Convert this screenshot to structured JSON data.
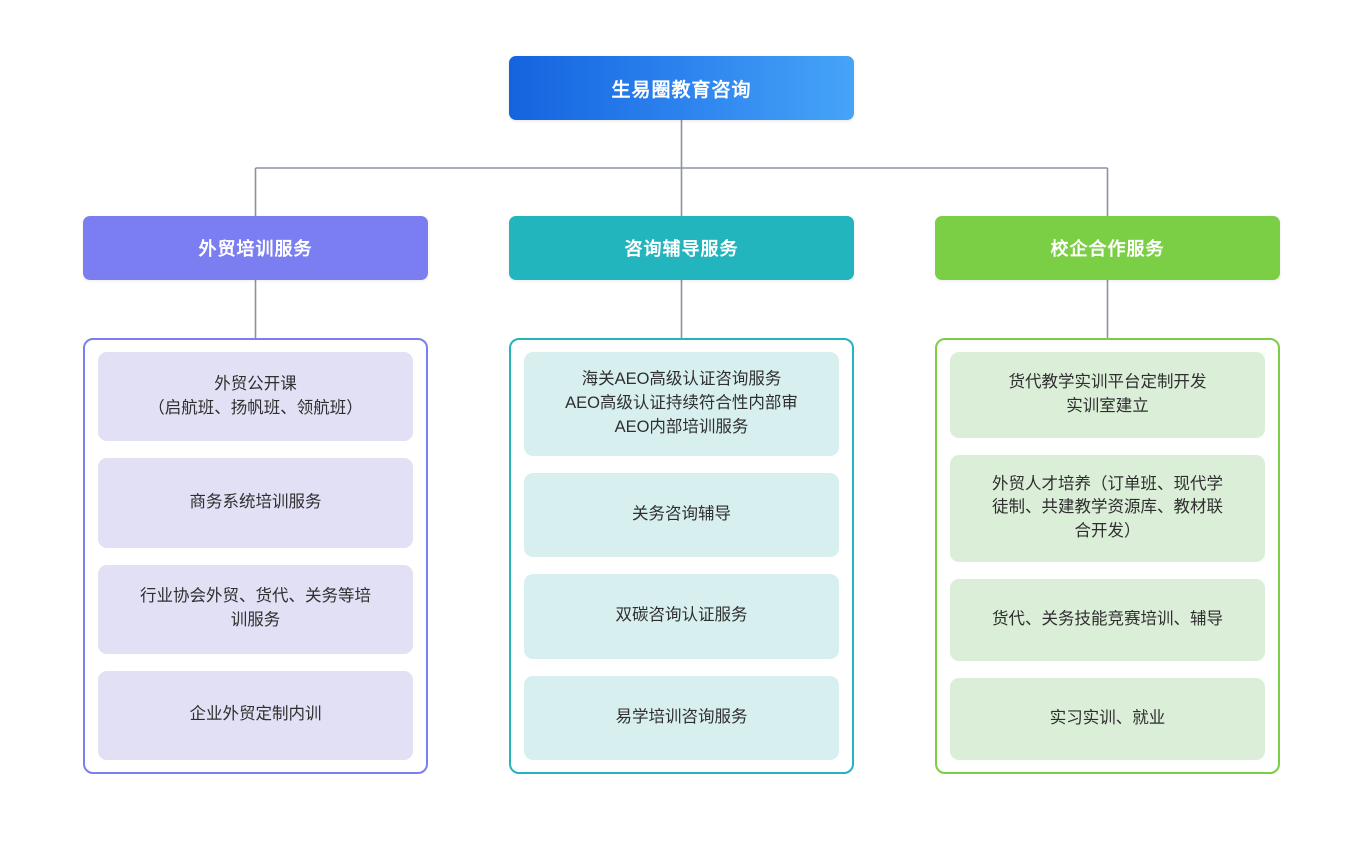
{
  "diagram": {
    "type": "organization-tree",
    "root": {
      "label": "生易圈教育咨询",
      "color_start": "#1463df",
      "color_end": "#46a4f7"
    },
    "connector_color": "#8b93a3",
    "columns": [
      {
        "header": "外贸培训服务",
        "header_color": "#7b7ef0",
        "border_color": "#7b7ef0",
        "item_color": "#e2e0f5",
        "items": [
          "外贸公开课\n（启航班、扬帆班、领航班）",
          "商务系统培训服务",
          "行业协会外贸、货代、关务等培\n训服务",
          "企业外贸定制内训"
        ]
      },
      {
        "header": "咨询辅导服务",
        "header_color": "#22b5bd",
        "border_color": "#22b5bd",
        "item_color": "#d8eff0",
        "items": [
          "海关AEO高级认证咨询服务\nAEO高级认证持续符合性内部审\nAEO内部培训服务",
          "关务咨询辅导",
          "双碳咨询认证服务",
          "易学培训咨询服务"
        ]
      },
      {
        "header": "校企合作服务",
        "header_color": "#7bcf45",
        "border_color": "#7bcf45",
        "item_color": "#dbeed8",
        "items": [
          "货代教学实训平台定制开发\n实训室建立",
          "外贸人才培养（订单班、现代学\n徒制、共建教学资源库、教材联\n合开发）",
          "货代、关务技能竞赛培训、辅导",
          "实习实训、就业"
        ]
      }
    ]
  }
}
